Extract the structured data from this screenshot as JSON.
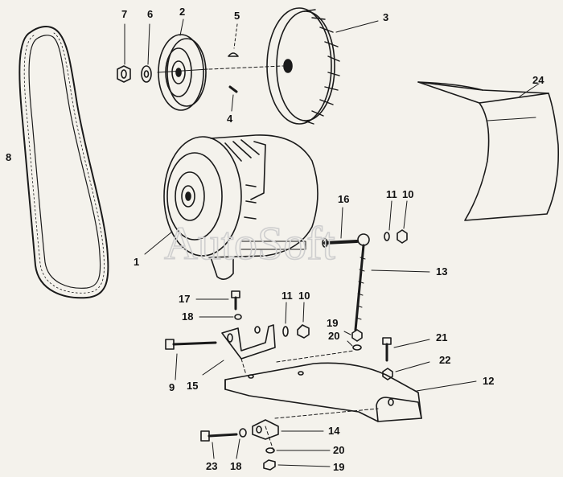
{
  "diagram": {
    "watermark": "AutoSoft",
    "colors": {
      "ink": "#1a1a1a",
      "paper": "#f4f2ec",
      "watermark": "#cfcfcf"
    },
    "callouts": [
      {
        "id": "c1",
        "text": "1"
      },
      {
        "id": "c2",
        "text": "2"
      },
      {
        "id": "c3",
        "text": "3"
      },
      {
        "id": "c4",
        "text": "4"
      },
      {
        "id": "c5",
        "text": "5"
      },
      {
        "id": "c6",
        "text": "6"
      },
      {
        "id": "c7",
        "text": "7"
      },
      {
        "id": "c8",
        "text": "8"
      },
      {
        "id": "c9",
        "text": "9"
      },
      {
        "id": "c10a",
        "text": "10"
      },
      {
        "id": "c11a",
        "text": "11"
      },
      {
        "id": "c10b",
        "text": "10"
      },
      {
        "id": "c11b",
        "text": "11"
      },
      {
        "id": "c12",
        "text": "12"
      },
      {
        "id": "c13",
        "text": "13"
      },
      {
        "id": "c14",
        "text": "14"
      },
      {
        "id": "c15",
        "text": "15"
      },
      {
        "id": "c16",
        "text": "16"
      },
      {
        "id": "c17",
        "text": "17"
      },
      {
        "id": "c18a",
        "text": "18"
      },
      {
        "id": "c18b",
        "text": "18"
      },
      {
        "id": "c19a",
        "text": "19"
      },
      {
        "id": "c19b",
        "text": "19"
      },
      {
        "id": "c20a",
        "text": "20"
      },
      {
        "id": "c20b",
        "text": "20"
      },
      {
        "id": "c21",
        "text": "21"
      },
      {
        "id": "c22",
        "text": "22"
      },
      {
        "id": "c23",
        "text": "23"
      },
      {
        "id": "c24",
        "text": "24"
      }
    ]
  }
}
